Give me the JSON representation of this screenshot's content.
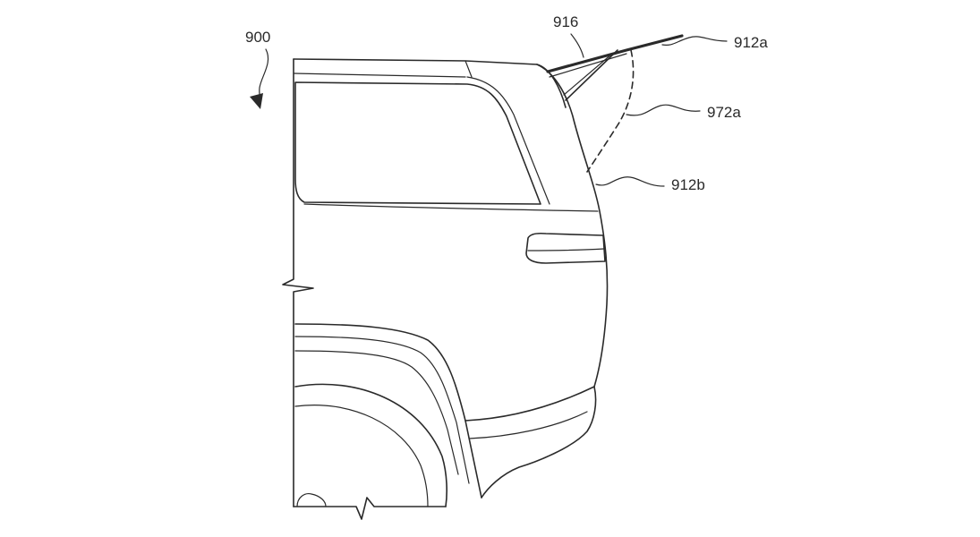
{
  "labels": {
    "ref_900": "900",
    "ref_916": "916",
    "ref_912a": "912a",
    "ref_972a": "972a",
    "ref_912b": "912b"
  },
  "colors": {
    "line": "#2a2a2a",
    "background": "#ffffff"
  }
}
